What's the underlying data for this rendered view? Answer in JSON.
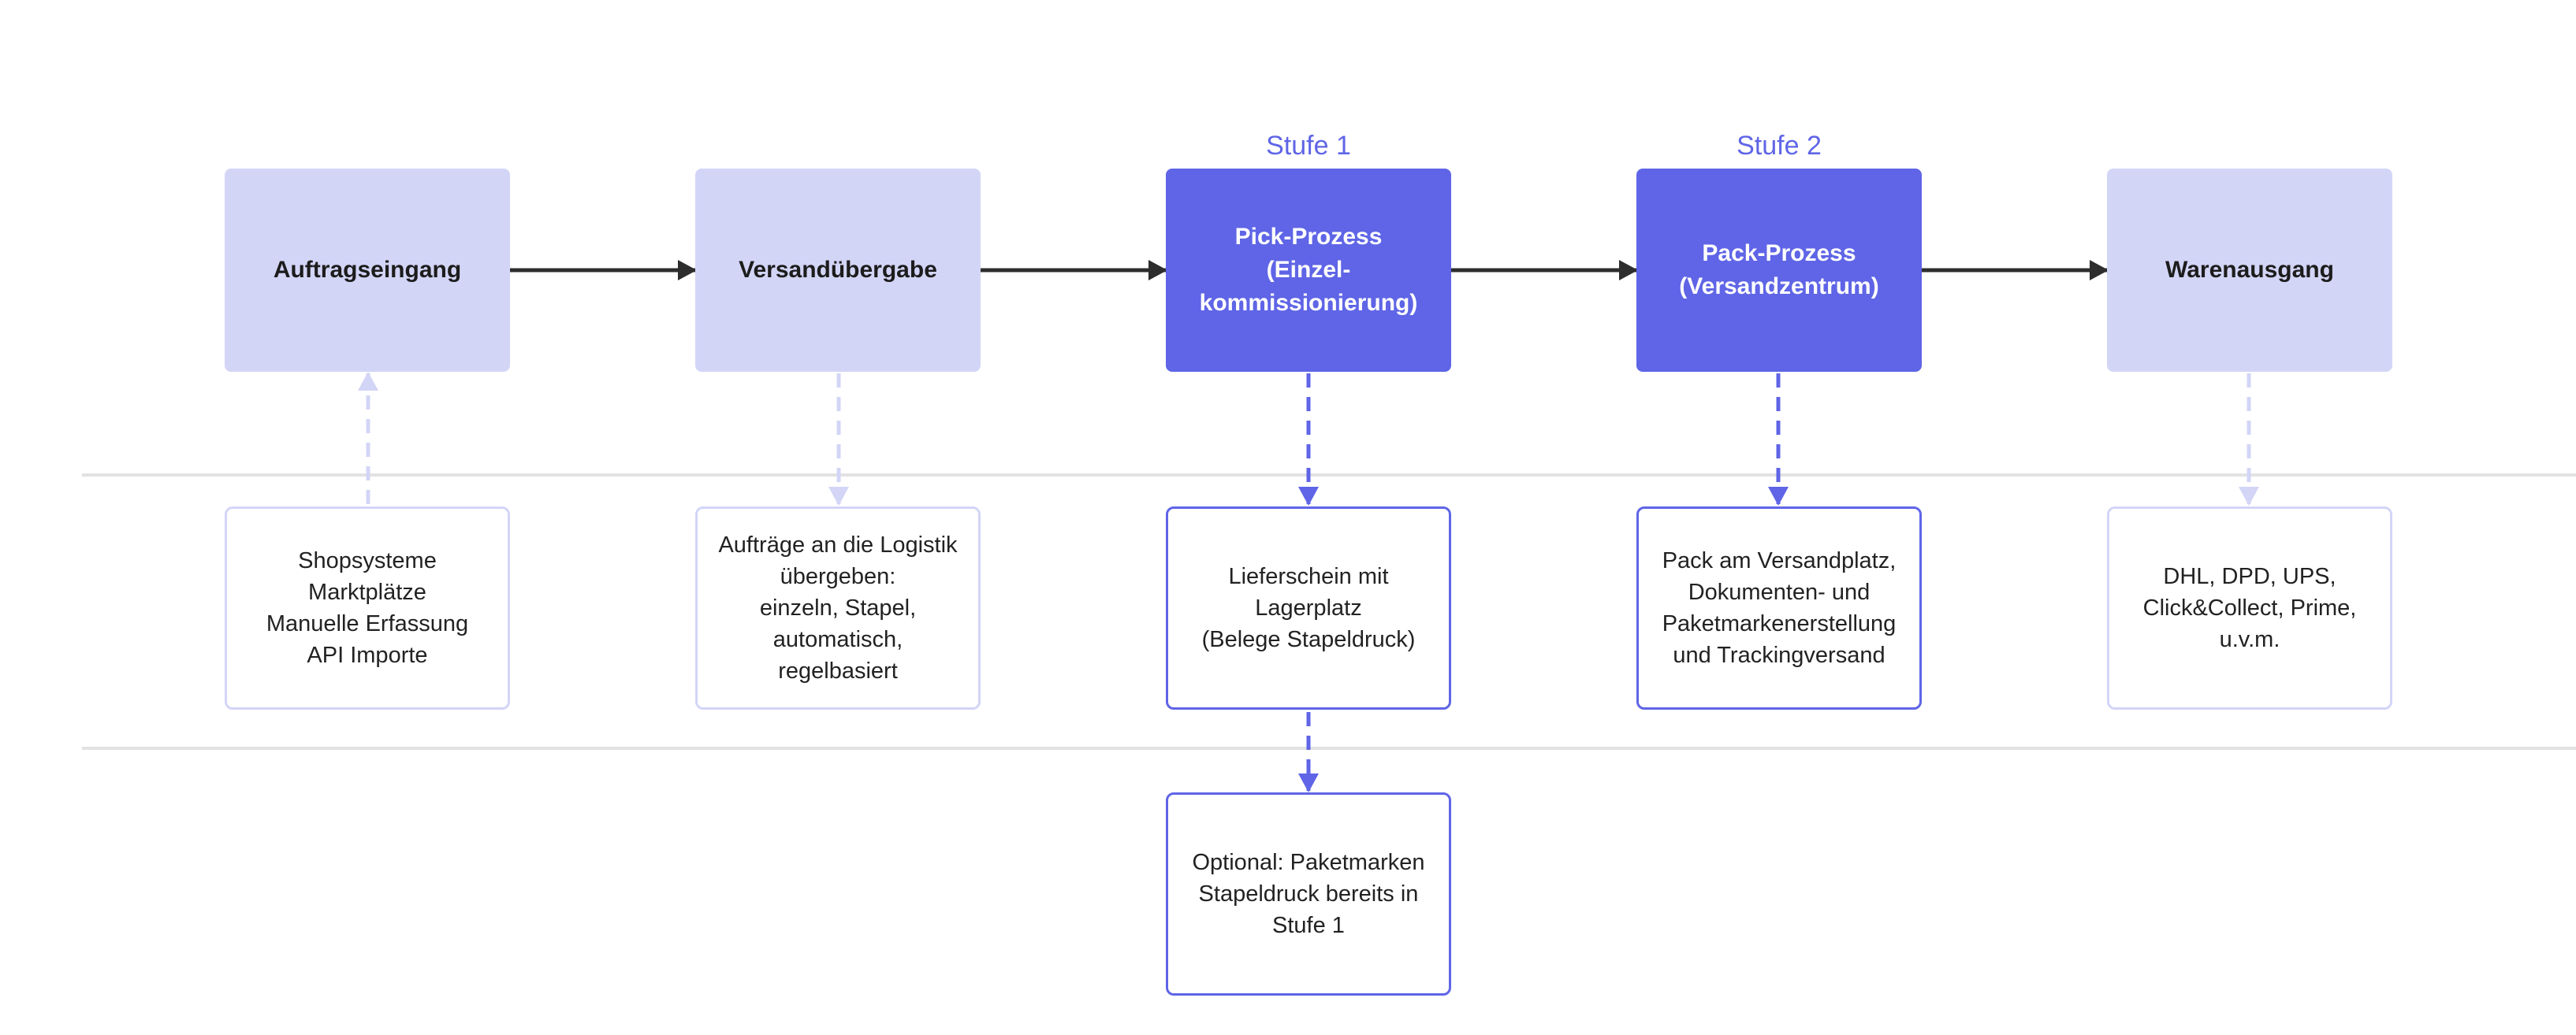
{
  "colors": {
    "accent": "#5f65e6",
    "light": "#d3d5f7",
    "arrow": "#2d2d2d",
    "divider": "#e2e2e2"
  },
  "stages": {
    "stage1": "Stufe 1",
    "stage2": "Stufe 2"
  },
  "process": [
    {
      "label": "Auftragseingang"
    },
    {
      "label": "Versandübergabe"
    },
    {
      "label": "Pick-Prozess\n(Einzel-\nkommissionierung)"
    },
    {
      "label": "Pack-Prozess\n(Versandzentrum)"
    },
    {
      "label": "Warenausgang"
    }
  ],
  "details": [
    {
      "text": "Shopsysteme\nMarktplätze\nManuelle Erfassung\nAPI Importe"
    },
    {
      "text": "Aufträge an die Logistik\nübergeben:\neinzeln, Stapel,\nautomatisch,\nregelbasiert"
    },
    {
      "text": "Lieferschein mit\nLagerplatz\n(Belege Stapeldruck)"
    },
    {
      "text": "Pack am Versandplatz,\nDokumenten- und\nPaketmarkenerstellung\nund Trackingversand"
    },
    {
      "text": "DHL, DPD, UPS,\nClick&Collect, Prime,\nu.v.m."
    }
  ],
  "optional": {
    "text": "Optional: Paketmarken\nStapeldruck bereits in\nStufe 1"
  }
}
